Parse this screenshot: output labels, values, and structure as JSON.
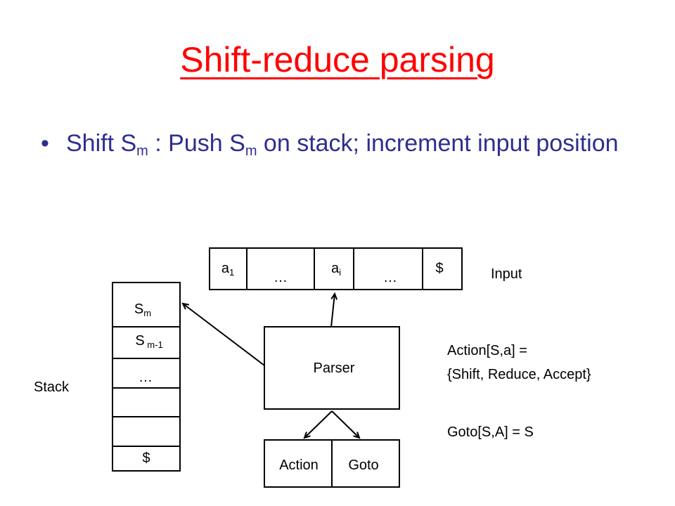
{
  "slide": {
    "title": "Shift-reduce parsing",
    "bullet": {
      "marker": "•",
      "parts": [
        "Shift S",
        "m",
        " : Push S",
        "m",
        " on stack; increment input position"
      ]
    }
  },
  "diagram": {
    "input": {
      "label": "Input",
      "cells": [
        {
          "main": "a",
          "sub": "1"
        },
        {
          "main": "…",
          "sub": ""
        },
        {
          "main": "a",
          "sub": "i"
        },
        {
          "main": "…",
          "sub": ""
        },
        {
          "main": "$",
          "sub": ""
        }
      ]
    },
    "stack": {
      "label": "Stack",
      "cells": [
        {
          "main": "S",
          "sub": "m"
        },
        {
          "main": "S",
          "sub": " m-1"
        },
        {
          "main": "…",
          "sub": ""
        },
        {
          "main": "",
          "sub": ""
        },
        {
          "main": "",
          "sub": ""
        },
        {
          "main": "$",
          "sub": ""
        }
      ]
    },
    "parser": {
      "label": "Parser"
    },
    "tables": {
      "action": "Action",
      "goto": "Goto"
    },
    "notes": {
      "action_line1": "Action[S,a] =",
      "action_line2": "{Shift, Reduce, Accept}",
      "goto": "Goto[S,A] = S"
    }
  }
}
